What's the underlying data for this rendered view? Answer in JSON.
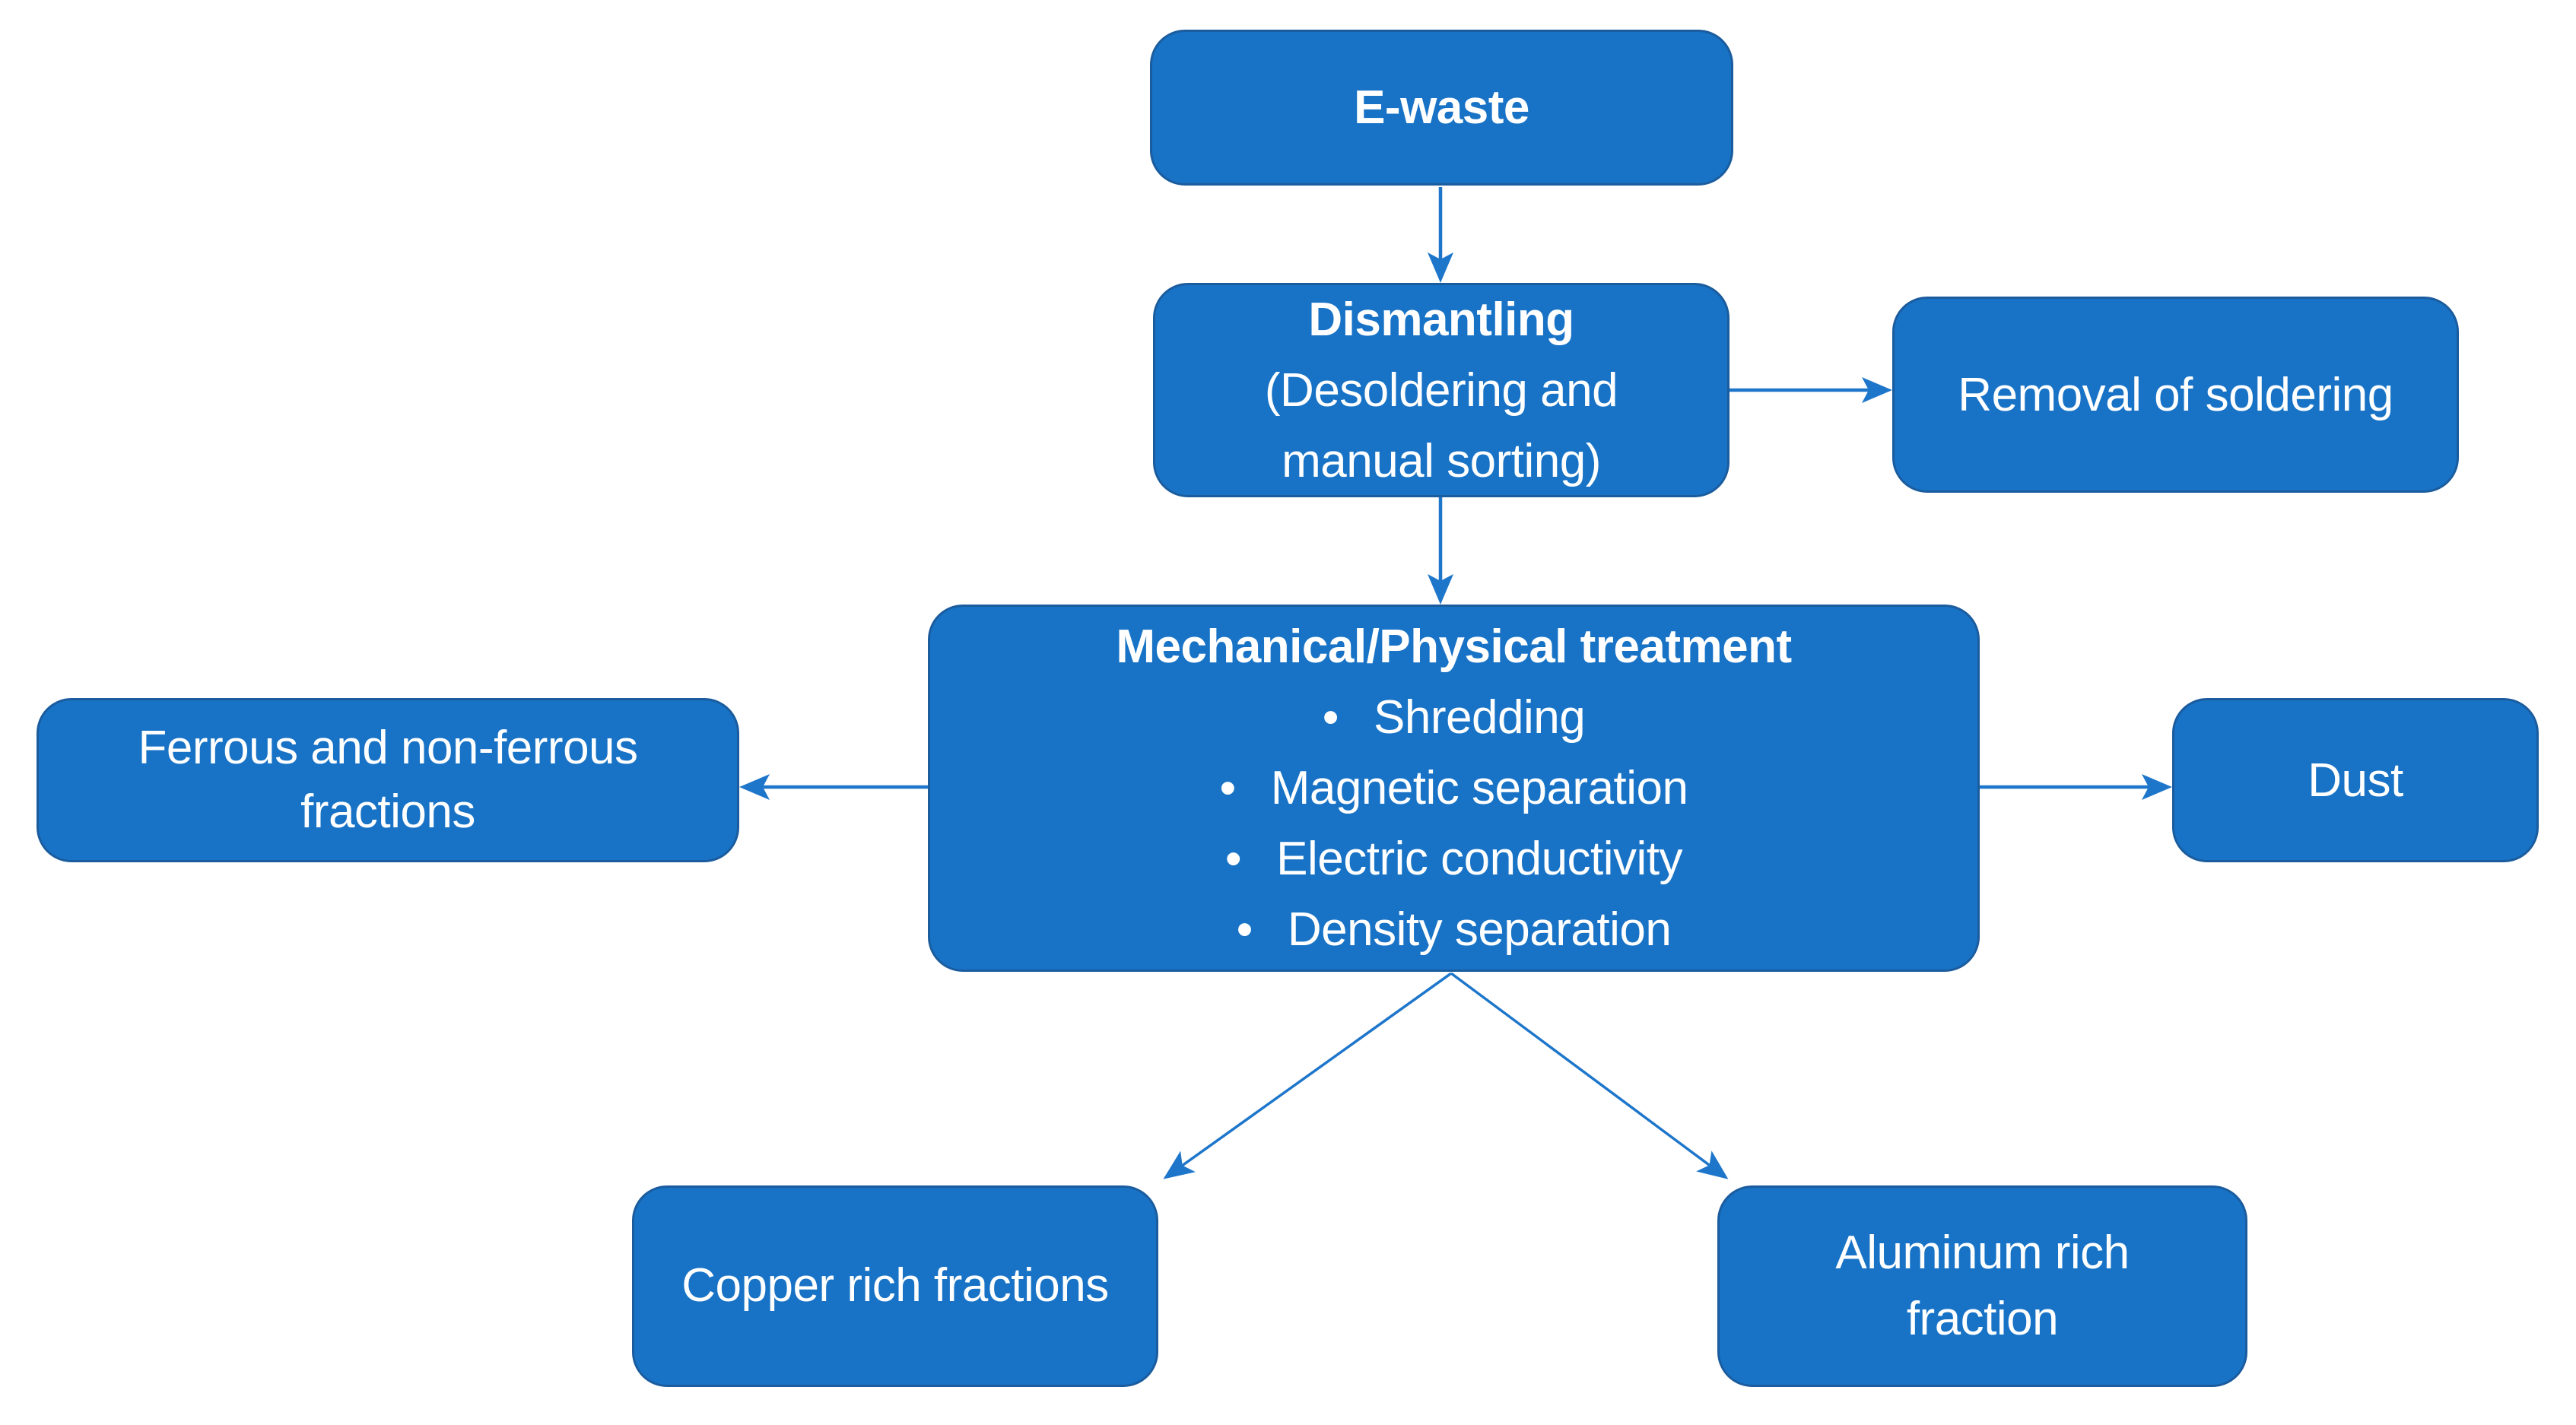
{
  "diagram": {
    "colors": {
      "box_fill": "#1873C6",
      "box_border": "#1A5C9E",
      "arrow": "#1E76CB",
      "text": "#FFFFFF",
      "background": "#FFFFFF"
    },
    "bullet_char": "•",
    "nodes": {
      "ewaste": {
        "title": "E-waste"
      },
      "dismantling": {
        "title": "Dismantling",
        "subtitle": "(Desoldering and manual sorting)"
      },
      "removal": {
        "title": "Removal of soldering"
      },
      "mechanical": {
        "title": "Mechanical/Physical treatment",
        "bullets": [
          "Shredding",
          "Magnetic separation",
          "Electric conductivity",
          "Density separation"
        ]
      },
      "ferrous": {
        "title": "Ferrous and non-ferrous fractions"
      },
      "dust": {
        "title": "Dust"
      },
      "copper": {
        "title": "Copper rich fractions"
      },
      "aluminum": {
        "title": "Aluminum rich fraction"
      }
    },
    "connections": [
      {
        "from": "e-waste",
        "to": "dismantling"
      },
      {
        "from": "dismantling",
        "to": "removal-of-soldering"
      },
      {
        "from": "dismantling",
        "to": "mechanical-physical-treatment"
      },
      {
        "from": "mechanical-physical-treatment",
        "to": "ferrous-and-non-ferrous-fractions"
      },
      {
        "from": "mechanical-physical-treatment",
        "to": "dust"
      },
      {
        "from": "mechanical-physical-treatment",
        "to": "copper-rich-fractions"
      },
      {
        "from": "mechanical-physical-treatment",
        "to": "aluminum-rich-fraction"
      }
    ]
  }
}
